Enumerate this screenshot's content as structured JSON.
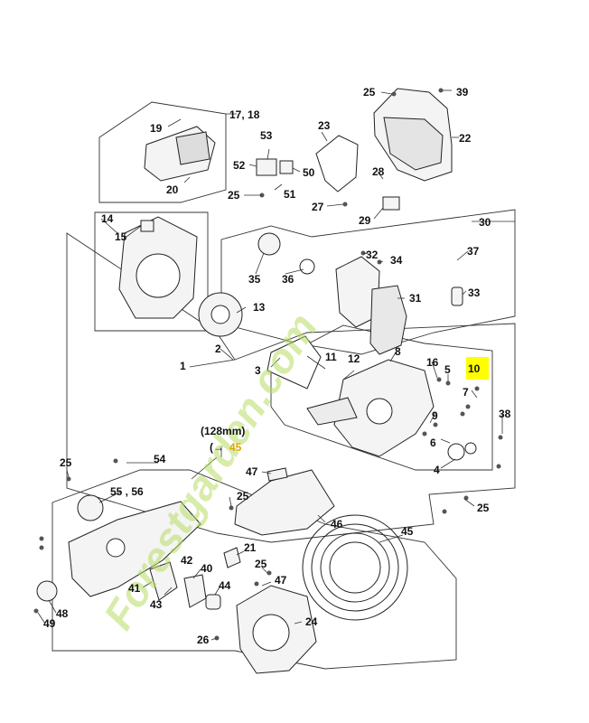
{
  "labels": {
    "l1": "1",
    "l2": "2",
    "l3": "3",
    "l4": "4",
    "l5": "5",
    "l6": "6",
    "l7": "7",
    "l8": "8",
    "l9": "9",
    "l10": "10",
    "l11": "11",
    "l12": "12",
    "l13": "13",
    "l14": "14",
    "l15": "15",
    "l16": "16",
    "l1718": "17, 18",
    "l19": "19",
    "l20": "20",
    "l21": "21",
    "l22": "22",
    "l23": "23",
    "l24": "24",
    "l25a": "25",
    "l25b": "25",
    "l25c": "25",
    "l25d": "25",
    "l25e": "25",
    "l25f": "25",
    "l26": "26",
    "l27": "27",
    "l28": "28",
    "l29": "29",
    "l30": "30",
    "l31": "31",
    "l32": "32",
    "l33": "33",
    "l34": "34",
    "l35": "35",
    "l36": "36",
    "l37": "37",
    "l38": "38",
    "l39": "39",
    "l40": "40",
    "l41": "41",
    "l42": "42",
    "l43": "43",
    "l44": "44",
    "l45a": "45",
    "l45b": "45",
    "l46": "46",
    "l47a": "47",
    "l47b": "47",
    "l48": "48",
    "l49": "49",
    "l50": "50",
    "l51": "51",
    "l52": "52",
    "l53": "53",
    "l54": "54",
    "l5556": "55 , 56",
    "mm": "(128mm)",
    "arrow": "(→"
  },
  "highlight_color": "#ffff00",
  "watermark": "Forestgarden.com"
}
